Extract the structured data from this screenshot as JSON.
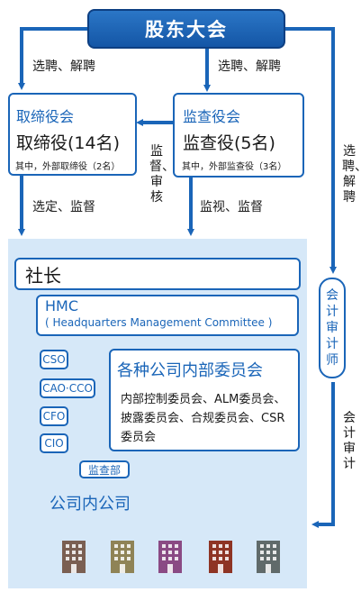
{
  "top": {
    "title": "股东大会"
  },
  "edges": {
    "elect_left": "选聘、解聘",
    "elect_mid": "选聘、解聘",
    "elect_right": "选聘、解聘",
    "supervise_audit": "监督、审核",
    "select_supervise": "选定、监督",
    "monitor_supervise": "监视、监督",
    "accounting_audit": "会计审计"
  },
  "nominating": {
    "title": "取缔役会",
    "main": "取缔役(14名)",
    "sub": "其中，外部取缔役（2名）"
  },
  "supervisory": {
    "title": "监查役会",
    "main": "监查役(5名)",
    "sub": "其中，外部监查役（3名）"
  },
  "auditor": {
    "label": "会计审计师"
  },
  "exec": {
    "president": "社长",
    "hmc_title": "HMC",
    "hmc_sub": "( Headquarters Management Committee )",
    "officers": [
      "CSO",
      "CAO·CCO",
      "CFO",
      "CIO"
    ],
    "committees_title": "各种公司内部委员会",
    "committees_desc": "内部控制委员会、ALM委员会、披露委员会、合规委员会、CSR委员会",
    "audit_dept": "监查部",
    "inhouse": "公司内公司"
  },
  "colors": {
    "brand_blue": "#1a65b8",
    "banner_blue": "#1f66b8",
    "exec_bg": "#d6e8f8",
    "companies": [
      "#7a5f52",
      "#8f8356",
      "#8a4a84",
      "#8e3424",
      "#606a6a"
    ]
  },
  "icons": {
    "company": "building-icon",
    "arrow": "arrow-icon"
  }
}
